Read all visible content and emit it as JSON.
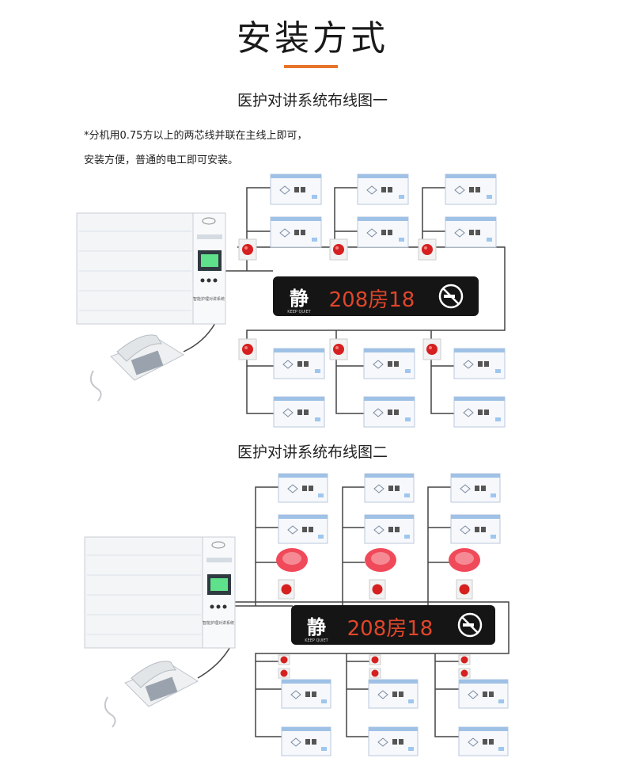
{
  "title": "安装方式",
  "accent_color": "#e8742a",
  "diagram1": {
    "subtitle": "医护对讲系统布线图一",
    "note_line1": "*分机用0.75方以上的两芯线并联在主线上即可，",
    "note_line2": "安装方便，普通的电工即可安装。",
    "panel_label": "智能护理对讲系统",
    "display_char": "静",
    "display_keep": "KEEP QUIET",
    "display_text": "208房18",
    "display_text_color": "#e0462a"
  },
  "diagram2": {
    "subtitle": "医护对讲系统布线图二",
    "panel_label": "智能护理对讲系统",
    "display_char": "静",
    "display_keep": "KEEP QUIET",
    "display_text": "208房18",
    "display_text_color": "#e0462a"
  },
  "icons": [
    "no-smoking-icon",
    "emergency-button-icon",
    "corridor-light-icon",
    "telephone-icon"
  ]
}
